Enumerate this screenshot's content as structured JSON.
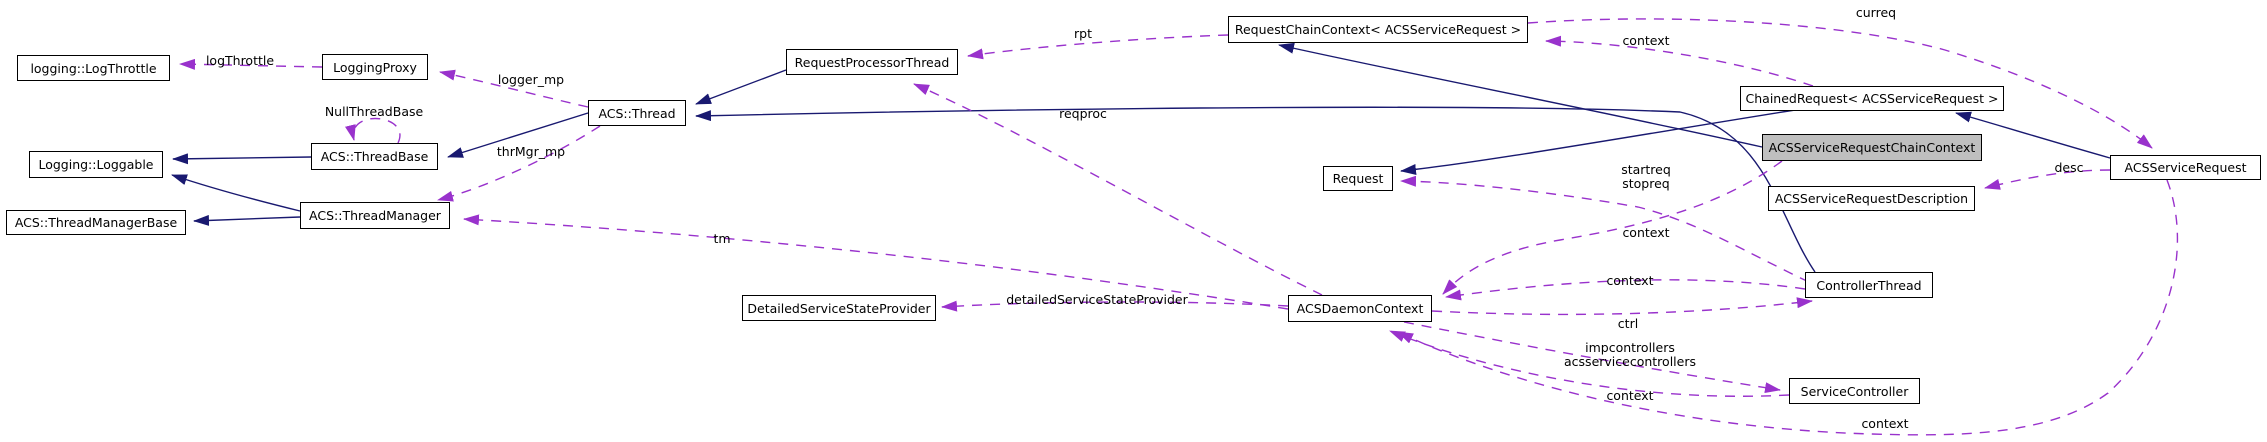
{
  "diagram": {
    "type": "doxygen-collaboration-graph",
    "highlighted_node": "ACSServiceRequestChainContext",
    "colors": {
      "inheritance_edge": "#191970",
      "usage_edge": "#9932cc",
      "node_fill": "#ffffff",
      "highlight_fill": "#bfbfbf",
      "node_border": "#000000"
    },
    "nodes": [
      {
        "label": "logging::LogThrottle"
      },
      {
        "label": "LoggingProxy"
      },
      {
        "label": "Logging::Loggable"
      },
      {
        "label": "ACS::ThreadBase"
      },
      {
        "label": "ACS::ThreadManagerBase"
      },
      {
        "label": "ACS::ThreadManager"
      },
      {
        "label": "ACS::Thread"
      },
      {
        "label": "RequestProcessorThread"
      },
      {
        "label": "RequestChainContext< ACSServiceRequest >"
      },
      {
        "label": "Request"
      },
      {
        "label": "ChainedRequest< ACSServiceRequest >"
      },
      {
        "label": "ACSServiceRequestChainContext"
      },
      {
        "label": "ACSServiceRequestDescription"
      },
      {
        "label": "ACSServiceRequest"
      },
      {
        "label": "ControllerThread"
      },
      {
        "label": "ServiceController"
      },
      {
        "label": "DetailedServiceStateProvider"
      },
      {
        "label": "ACSDaemonContext"
      }
    ],
    "edge_labels": [
      {
        "text": "logThrottle"
      },
      {
        "text": "NullThreadBase"
      },
      {
        "text": "logger_mp"
      },
      {
        "text": "thrMgr_mp"
      },
      {
        "text": "rpt"
      },
      {
        "text": "reqproc"
      },
      {
        "text": "context"
      },
      {
        "text": "curreq"
      },
      {
        "text": "startreq\nstopreq"
      },
      {
        "text": "context"
      },
      {
        "text": "context"
      },
      {
        "text": "ctrl"
      },
      {
        "text": "impcontrollers\nacsservicecontrollers"
      },
      {
        "text": "context"
      },
      {
        "text": "context"
      },
      {
        "text": "desc"
      },
      {
        "text": "tm"
      },
      {
        "text": "detailedServiceStateProvider"
      }
    ],
    "edges": [
      {
        "from": "ACS::ThreadBase",
        "to": "Logging::Loggable",
        "kind": "inheritance"
      },
      {
        "from": "ACS::ThreadManager",
        "to": "Logging::Loggable",
        "kind": "inheritance"
      },
      {
        "from": "ACS::ThreadManager",
        "to": "ACS::ThreadManagerBase",
        "kind": "inheritance"
      },
      {
        "from": "ACS::Thread",
        "to": "ACS::ThreadBase",
        "kind": "inheritance"
      },
      {
        "from": "RequestProcessorThread",
        "to": "ACS::Thread",
        "kind": "inheritance"
      },
      {
        "from": "ControllerThread",
        "to": "ACS::Thread",
        "kind": "inheritance"
      },
      {
        "from": "ACSServiceRequestChainContext",
        "to": "RequestChainContext< ACSServiceRequest >",
        "kind": "inheritance"
      },
      {
        "from": "ChainedRequest< ACSServiceRequest >",
        "to": "Request",
        "kind": "inheritance"
      },
      {
        "from": "ACSServiceRequest",
        "to": "ChainedRequest< ACSServiceRequest >",
        "kind": "inheritance"
      },
      {
        "from": "LoggingProxy",
        "to": "logging::LogThrottle",
        "kind": "usage",
        "label": "logThrottle"
      },
      {
        "from": "ACS::ThreadBase",
        "to": "ACS::ThreadBase",
        "kind": "usage",
        "label": "NullThreadBase"
      },
      {
        "from": "ACS::Thread",
        "to": "LoggingProxy",
        "kind": "usage",
        "label": "logger_mp"
      },
      {
        "from": "ACS::Thread",
        "to": "ACS::ThreadManager",
        "kind": "usage",
        "label": "thrMgr_mp"
      },
      {
        "from": "ACSDaemonContext",
        "to": "ACS::ThreadManager",
        "kind": "usage",
        "label": "tm"
      },
      {
        "from": "ACSDaemonContext",
        "to": "DetailedServiceStateProvider",
        "kind": "usage",
        "label": "detailedServiceStateProvider"
      },
      {
        "from": "ACSDaemonContext",
        "to": "RequestProcessorThread",
        "kind": "usage",
        "label": "reqproc"
      },
      {
        "from": "RequestChainContext< ACSServiceRequest >",
        "to": "RequestProcessorThread",
        "kind": "usage",
        "label": "rpt"
      },
      {
        "from": "ChainedRequest< ACSServiceRequest >",
        "to": "RequestChainContext< ACSServiceRequest >",
        "kind": "usage",
        "label": "context"
      },
      {
        "from": "RequestChainContext< ACSServiceRequest >",
        "to": "ACSServiceRequest",
        "kind": "usage",
        "label": "curreq"
      },
      {
        "from": "ACSServiceRequest",
        "to": "ACSServiceRequestDescription",
        "kind": "usage",
        "label": "desc"
      },
      {
        "from": "ControllerThread",
        "to": "Request",
        "kind": "usage",
        "label": "startreq stopreq"
      },
      {
        "from": "ACSServiceRequestChainContext",
        "to": "ACSDaemonContext",
        "kind": "usage",
        "label": "context"
      },
      {
        "from": "ControllerThread",
        "to": "ACSDaemonContext",
        "kind": "usage",
        "label": "context"
      },
      {
        "from": "ACSDaemonContext",
        "to": "ControllerThread",
        "kind": "usage",
        "label": "ctrl"
      },
      {
        "from": "ACSDaemonContext",
        "to": "ServiceController",
        "kind": "usage",
        "label": "impcontrollers acsservicecontrollers"
      },
      {
        "from": "ServiceController",
        "to": "ACSDaemonContext",
        "kind": "usage",
        "label": "context"
      },
      {
        "from": "ACSServiceRequest",
        "to": "ACSDaemonContext",
        "kind": "usage",
        "label": "context"
      }
    ]
  }
}
